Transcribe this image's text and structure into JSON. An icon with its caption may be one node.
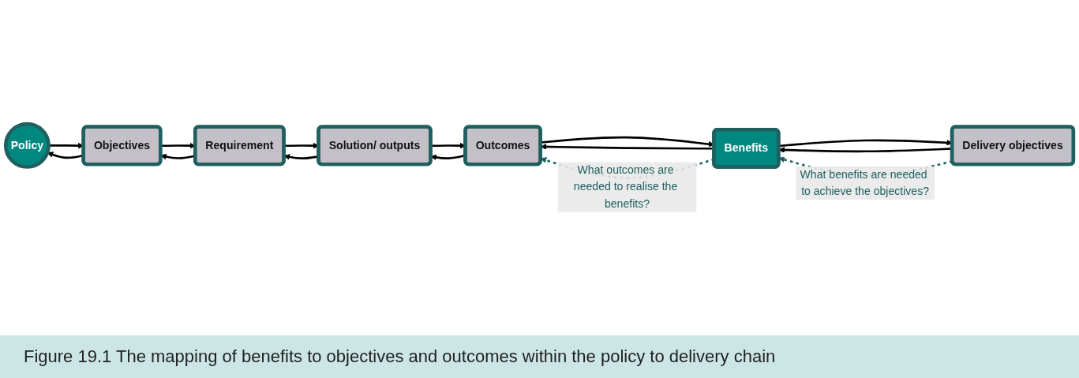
{
  "diagram": {
    "caption": "Figure 19.1 The mapping of benefits to objectives and outcomes within the policy to delivery chain",
    "nodes": [
      {
        "text": [
          "Policy"
        ]
      },
      {
        "text": [
          "Objectives"
        ]
      },
      {
        "text": [
          "Requirement"
        ]
      },
      {
        "text": [
          "Solution/ outputs"
        ]
      },
      {
        "text": [
          "Outcomes"
        ]
      },
      {
        "text": [
          "Benefits"
        ]
      },
      {
        "text": [
          "Delivery objectives"
        ]
      }
    ],
    "edges": [
      {
        "from": 0,
        "to": 1,
        "arrow": "to"
      },
      {
        "from": 1,
        "to": 0,
        "arrow": "to"
      },
      {
        "from": 1,
        "to": 2,
        "arrow": "to"
      },
      {
        "from": 2,
        "to": 1,
        "arrow": "to"
      },
      {
        "from": 2,
        "to": 3,
        "arrow": "to"
      },
      {
        "from": 3,
        "to": 2,
        "arrow": "to"
      },
      {
        "from": 3,
        "to": 4,
        "arrow": "to"
      },
      {
        "from": 4,
        "to": 3,
        "arrow": "to"
      },
      {
        "from": 4,
        "to": 5,
        "arrow": "to"
      },
      {
        "from": 5,
        "to": 4,
        "arrow": "to"
      },
      {
        "from": 5,
        "to": 6,
        "arrow": "to"
      },
      {
        "from": 6,
        "to": 5,
        "arrow": "to"
      },
      {
        "from": 5,
        "to": 4,
        "arrow": "to",
        "style": "dashed",
        "color": "#1f5f5f",
        "label": "What outcomes are needed to realise the benefits?"
      },
      {
        "from": 6,
        "to": 5,
        "arrow": "to",
        "style": "dashed",
        "color": "#1f5f5f",
        "label": "What benefits are needed to achieve the objectives?"
      }
    ]
  }
}
